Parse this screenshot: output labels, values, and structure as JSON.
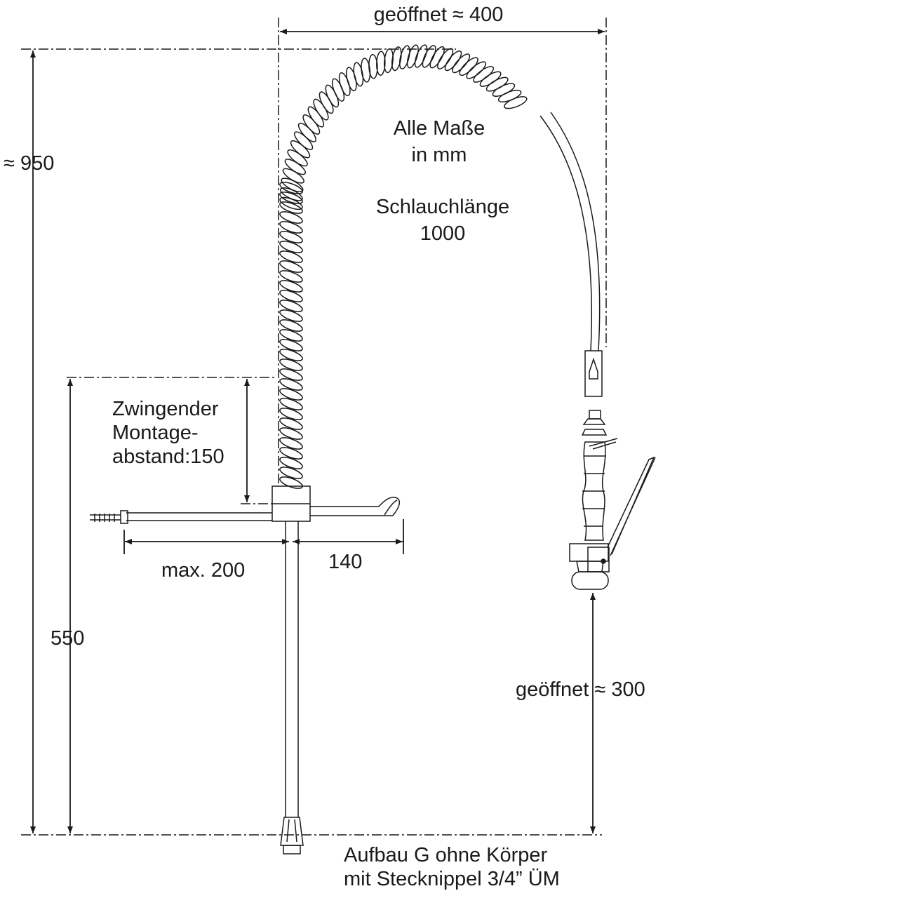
{
  "dimensions": {
    "open_width": "geöffnet ≈ 400",
    "total_height": "≈ 950",
    "mount_height": "550",
    "max_left": "max. 200",
    "right_140": "140",
    "open_height": "geöffnet ≈ 300"
  },
  "notes": {
    "units_line1": "Alle Maße",
    "units_line2": "in mm",
    "hose_line1": "Schlauchlänge",
    "hose_line2": "1000",
    "mount_line1": "Zwingender",
    "mount_line2": "Montage-",
    "mount_line3": "abstand:150",
    "footer_line1": "Aufbau G ohne Körper",
    "footer_line2": "mit Stecknippel 3/4” ÜM"
  },
  "colors": {
    "line": "#1a1a1a",
    "background": "#ffffff"
  }
}
